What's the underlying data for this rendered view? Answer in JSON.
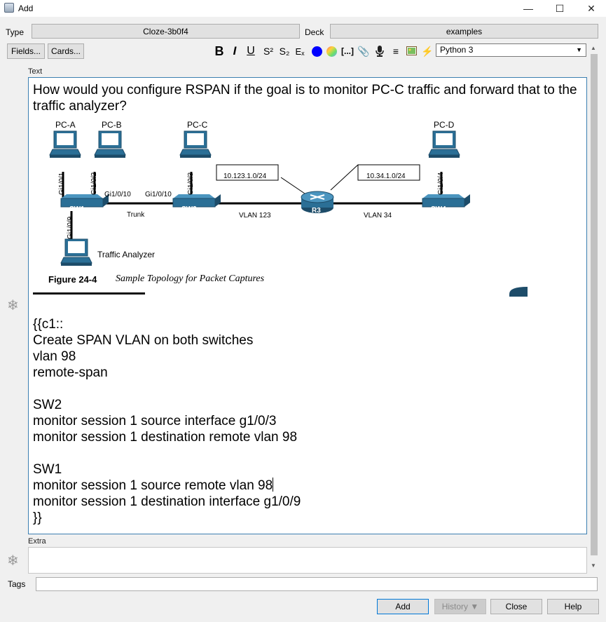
{
  "window": {
    "title": "Add"
  },
  "type_row": {
    "type_label": "Type",
    "type_value": "Cloze-3b0f4",
    "deck_label": "Deck",
    "deck_value": "examples"
  },
  "toolbar": {
    "fields_label": "Fields...",
    "cards_label": "Cards...",
    "bold": "B",
    "italic": "I",
    "underline": "U",
    "superscript": "S²",
    "subscript": "S₂",
    "clear_format": "Eₓ",
    "cloze": "[...]",
    "language_select": "Python 3",
    "accent_color": "#0000ff"
  },
  "fields": {
    "text_label": "Text",
    "extra_label": "Extra",
    "question": "How would you configure RSPAN if the goal is to monitor PC-C traffic and forward that to the traffic analyzer?",
    "cloze_lines": [
      "{{c1::",
      "Create SPAN VLAN on both switches",
      "vlan 98",
      "remote-span",
      "",
      "SW2",
      "monitor session 1 source interface g1/0/3",
      "monitor session 1 destination remote vlan 98",
      "",
      "SW1",
      "monitor session 1 source remote vlan 98",
      "monitor session 1 destination interface g1/0/9",
      "}}"
    ]
  },
  "figure": {
    "pc_a": "PC-A",
    "pc_b": "PC-B",
    "pc_c": "PC-C",
    "pc_d": "PC-D",
    "sw1": "SW1",
    "sw2": "SW2",
    "sw4": "SW4",
    "r3": "R3",
    "gi1_0_1": "Gi1/0/1",
    "gi1_0_2": "Gi1/0/2",
    "gi1_0_3": "Gi1/0/3",
    "gi1_0_4": "Gi1/0/4",
    "gi1_0_9": "Gi1/0/9",
    "gi1_0_10_a": "Gi1/0/10",
    "gi1_0_10_b": "Gi1/0/10",
    "trunk": "Trunk",
    "vlan123": "VLAN 123",
    "vlan34": "VLAN 34",
    "net1": "10.123.1.0/24",
    "net2": "10.34.1.0/24",
    "analyzer": "Traffic Analyzer",
    "caption_bold": "Figure 24-4",
    "caption_italic": "Sample Topology for Packet Captures",
    "device_color": "#2b6f96"
  },
  "tags": {
    "label": "Tags",
    "value": ""
  },
  "buttons": {
    "add": "Add",
    "history": "History ▼",
    "close": "Close",
    "help": "Help"
  }
}
